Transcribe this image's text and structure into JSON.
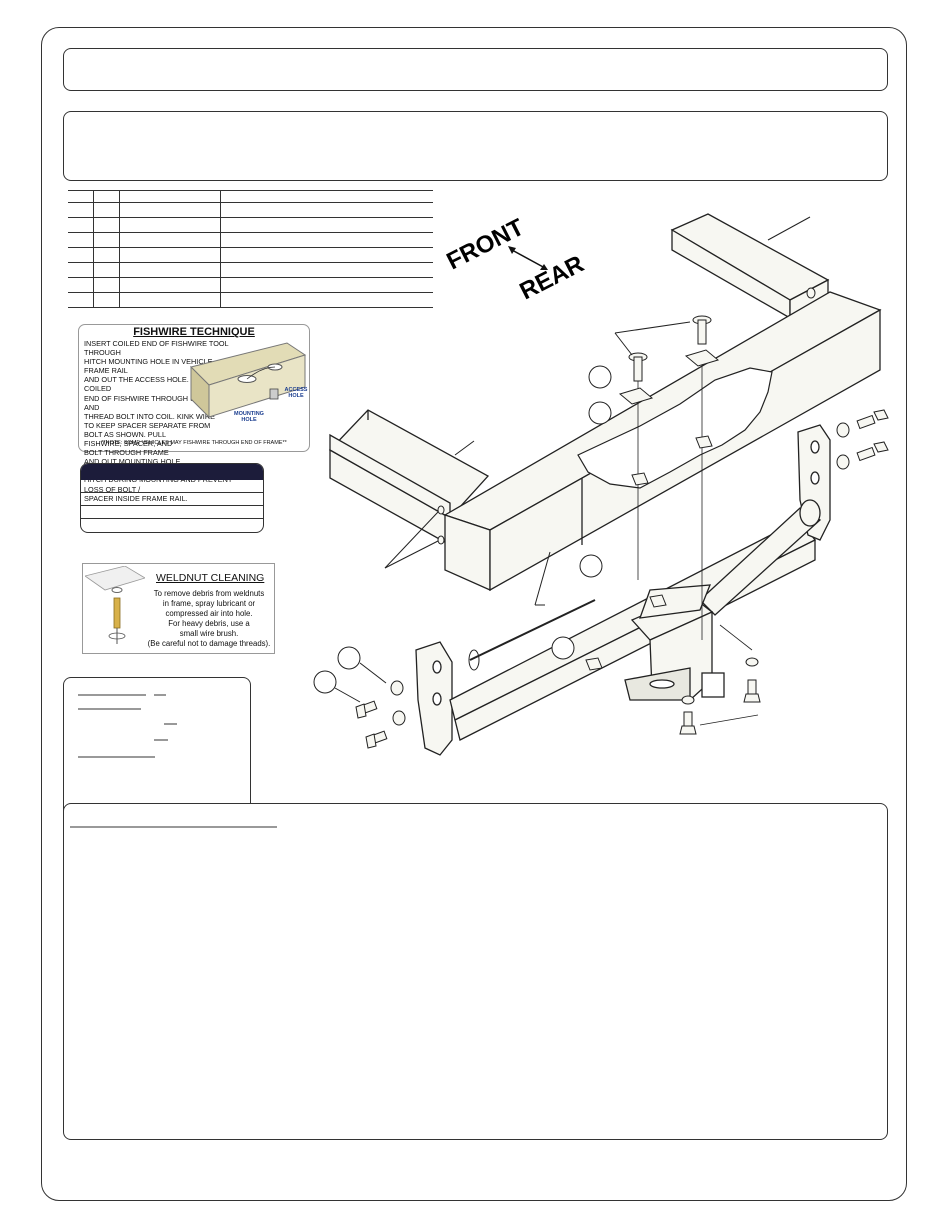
{
  "fishwire": {
    "title": "FISHWIRE TECHNIQUE",
    "text": "INSERT COILED END OF FISHWIRE TOOL THROUGH\nHITCH MOUNTING HOLE IN VEHICLE FRAME RAIL\nAND OUT THE ACCESS HOLE.  PASS COILED\nEND OF FISHWIRE THROUGH SPACER AND\nTHREAD BOLT INTO COIL.  KINK WIRE\nTO KEEP SPACER SEPARATE FROM\nBOLT AS SHOWN.  PULL\nFISHWIRE, SPACER, AND\nBOLT THROUGH FRAME\nAND OUT MOUNTING HOLE\nUSE FISHWIRE TO GUIDE\nHITCH DURING MOUNTING AND PREVENT LOSS OF BOLT /\nSPACER INSIDE FRAME RAIL.",
    "note": "**NOTE: SOME VEHICLES MAY FISHWIRE THROUGH END OF FRAME**",
    "access_label": "ACCESS HOLE",
    "mounting_label": "MOUNTING HOLE"
  },
  "weldnut": {
    "title": "WELDNUT CLEANING",
    "text": "To remove debris from weldnuts\nin frame, spray lubricant or\ncompressed air into hole.\nFor heavy debris, use a\nsmall wire brush.\n(Be careful not to damage threads)."
  },
  "diagram": {
    "front_label": "FRONT",
    "rear_label": "REAR"
  },
  "colors": {
    "frame_fill": "#f7f7f2",
    "torque_header": "#1c1c3a",
    "wire_guide": "#1a3d8f"
  }
}
